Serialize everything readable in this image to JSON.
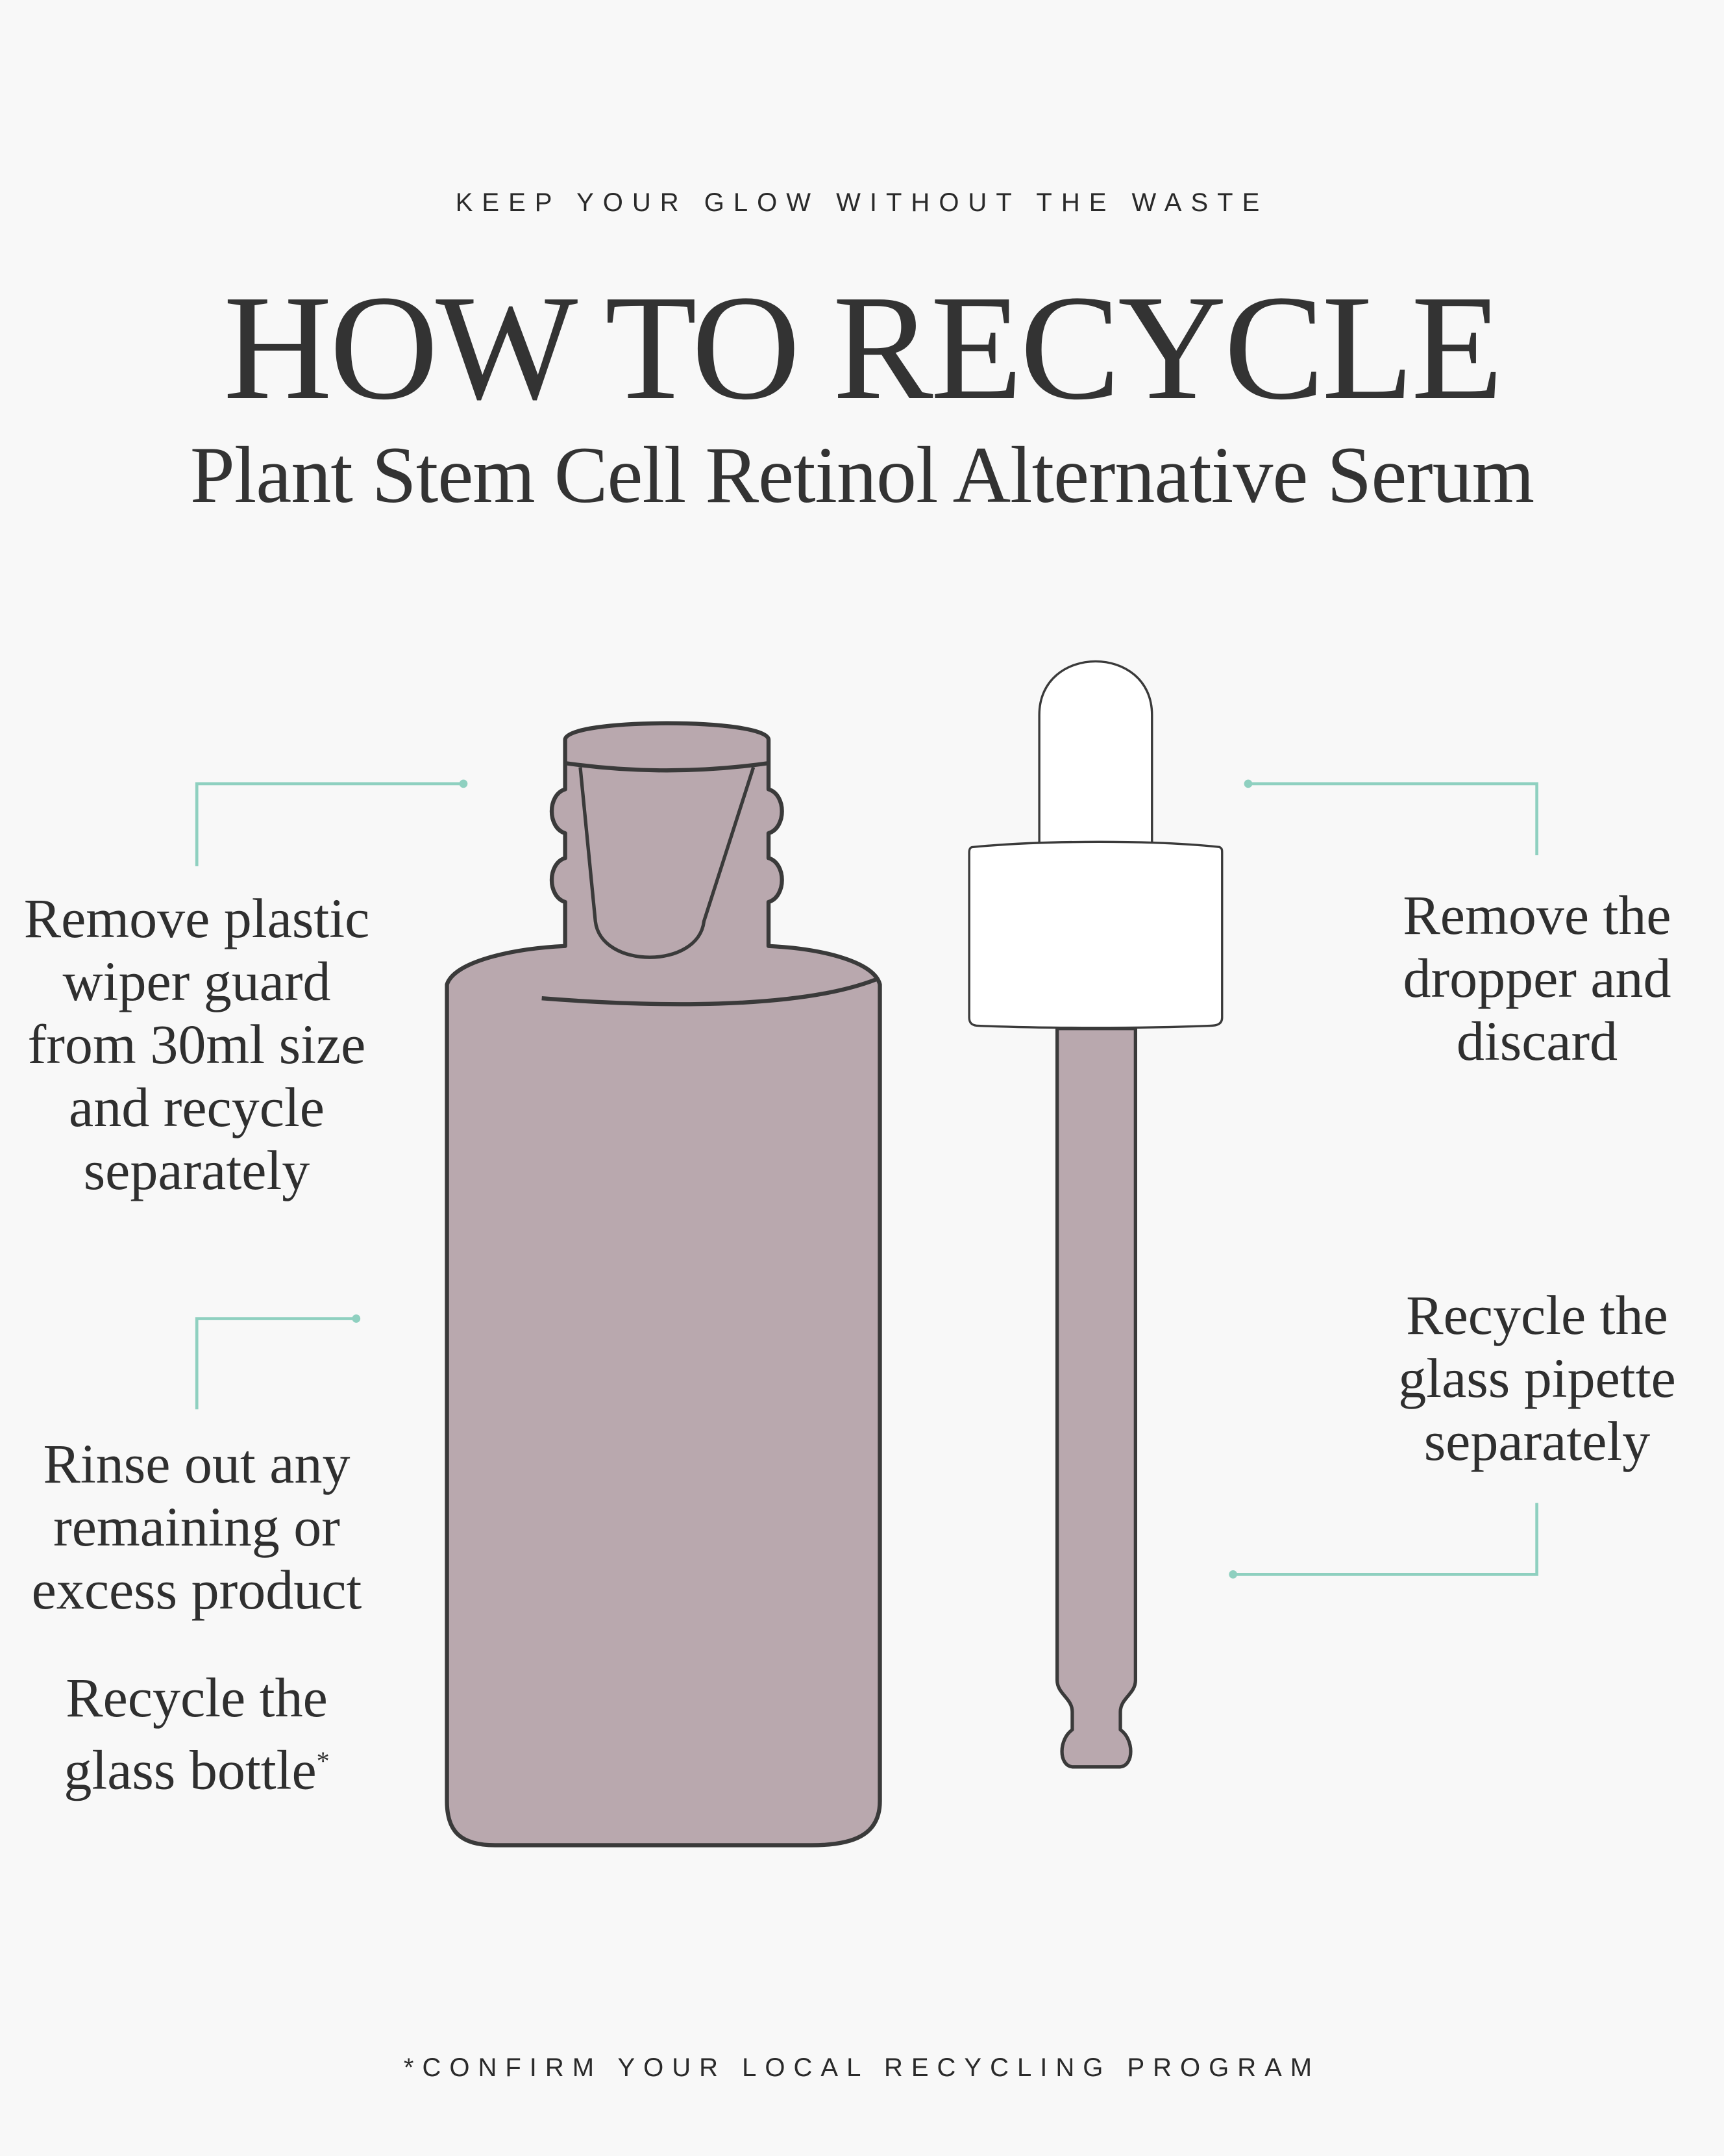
{
  "header": {
    "kicker": "KEEP YOUR GLOW WITHOUT THE WASTE",
    "title": "HOW TO RECYCLE",
    "product": "Plant Stem Cell Retinol Alternative Serum"
  },
  "steps": {
    "wiper_guard": "Remove plastic\nwiper guard\nfrom 30ml size\nand recycle\nseparately",
    "rinse": "Rinse out any\nremaining or\nexcess product",
    "bottle": "Recycle the\nglass bottle",
    "bottle_mark": "*",
    "dropper": "Remove the\ndropper and\ndiscard",
    "pipette": "Recycle the\nglass pipette\nseparately"
  },
  "footer": "*CONFIRM YOUR LOCAL RECYCLING PROGRAM",
  "colors": {
    "background": "#f8f8f8",
    "bottle_fill": "#b9a8ae",
    "outline": "#3a3a3a",
    "accent_line": "#8fd0c0",
    "dropper_white": "#ffffff"
  }
}
